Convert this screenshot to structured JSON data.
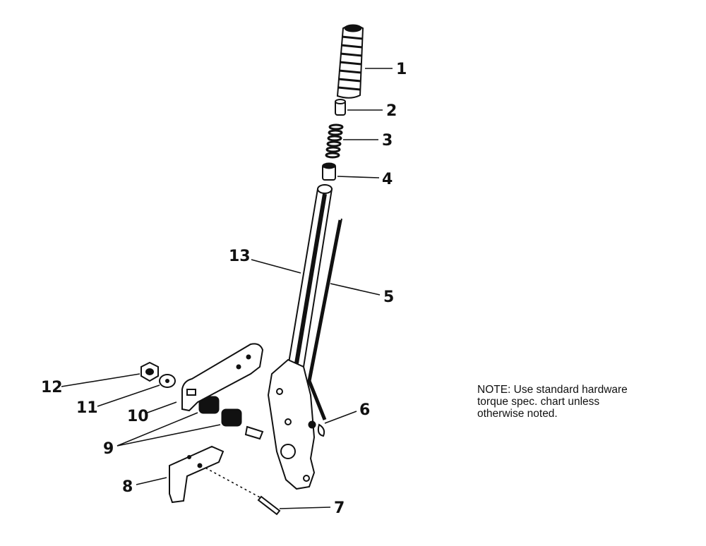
{
  "callouts": {
    "c1": "1",
    "c2": "2",
    "c3": "3",
    "c4": "4",
    "c5": "5",
    "c6": "6",
    "c7": "7",
    "c8": "8",
    "c9": "9",
    "c10": "10",
    "c11": "11",
    "c12": "12",
    "c13": "13"
  },
  "note": {
    "line1": "NOTE: Use standard hardware",
    "line2": "torque spec. chart unless",
    "line3": "otherwise noted."
  }
}
